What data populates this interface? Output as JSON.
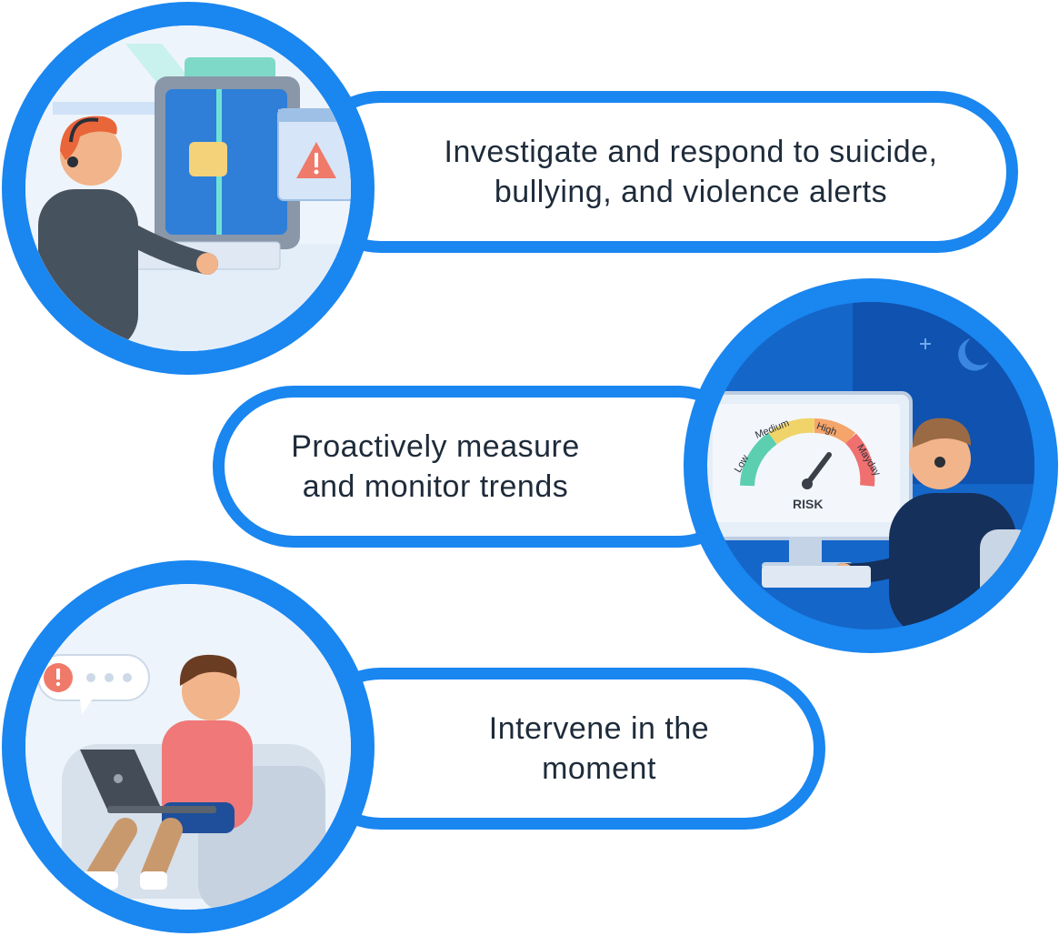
{
  "items": [
    {
      "text": "Investigate and respond to suicide,\nbullying, and violence alerts",
      "illustration": "support-agent-monitor-alert-icon"
    },
    {
      "text": "Proactively measure\nand monitor trends",
      "illustration": "support-agent-risk-gauge-icon"
    },
    {
      "text": "Intervene in the\nmoment",
      "illustration": "student-laptop-alert-icon"
    }
  ],
  "gauge": {
    "labels": [
      "Low",
      "Medium",
      "High",
      "Mayday"
    ],
    "title": "RISK"
  },
  "colors": {
    "ring": "#1a86f0",
    "text": "#1e2b3a",
    "gauge_low": "#5ccfb0",
    "gauge_medium": "#f0d46a",
    "gauge_high": "#f5a56a",
    "gauge_mayday": "#f07070"
  }
}
